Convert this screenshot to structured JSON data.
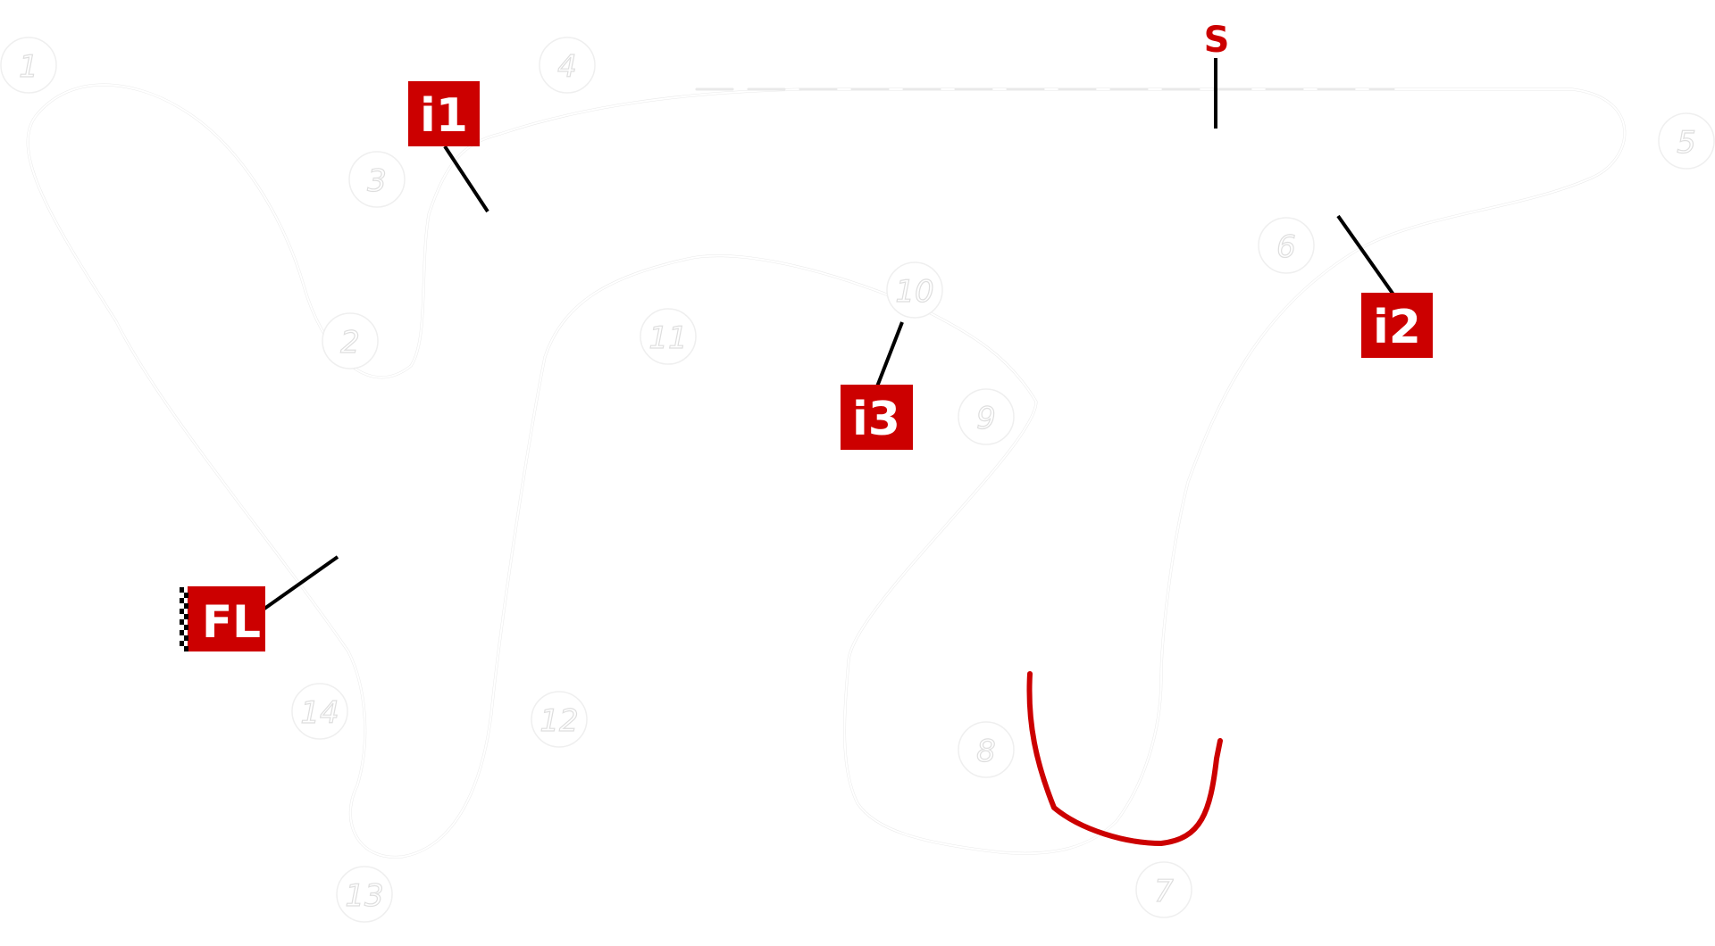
{
  "colors": {
    "accent": "#cc0000",
    "leader": "#000000",
    "track": "#ffffff",
    "background": "#ffffff"
  },
  "start": {
    "label": "S"
  },
  "markers": [
    {
      "id": "i1",
      "label": "i1"
    },
    {
      "id": "i2",
      "label": "i2"
    },
    {
      "id": "i3",
      "label": "i3"
    },
    {
      "id": "fl",
      "label": "FL",
      "icon": "checkered-flag-icon"
    }
  ],
  "turns": [
    {
      "id": "t1",
      "label": "1"
    },
    {
      "id": "t2",
      "label": "2"
    },
    {
      "id": "t3",
      "label": "3"
    },
    {
      "id": "t4",
      "label": "4"
    },
    {
      "id": "t5",
      "label": "5"
    },
    {
      "id": "t6",
      "label": "6"
    },
    {
      "id": "t7",
      "label": "7"
    },
    {
      "id": "t8",
      "label": "8"
    },
    {
      "id": "t9",
      "label": "9"
    },
    {
      "id": "t10",
      "label": "10"
    },
    {
      "id": "t11",
      "label": "11"
    },
    {
      "id": "t12",
      "label": "12"
    },
    {
      "id": "t13",
      "label": "13"
    },
    {
      "id": "t14",
      "label": "14"
    }
  ]
}
